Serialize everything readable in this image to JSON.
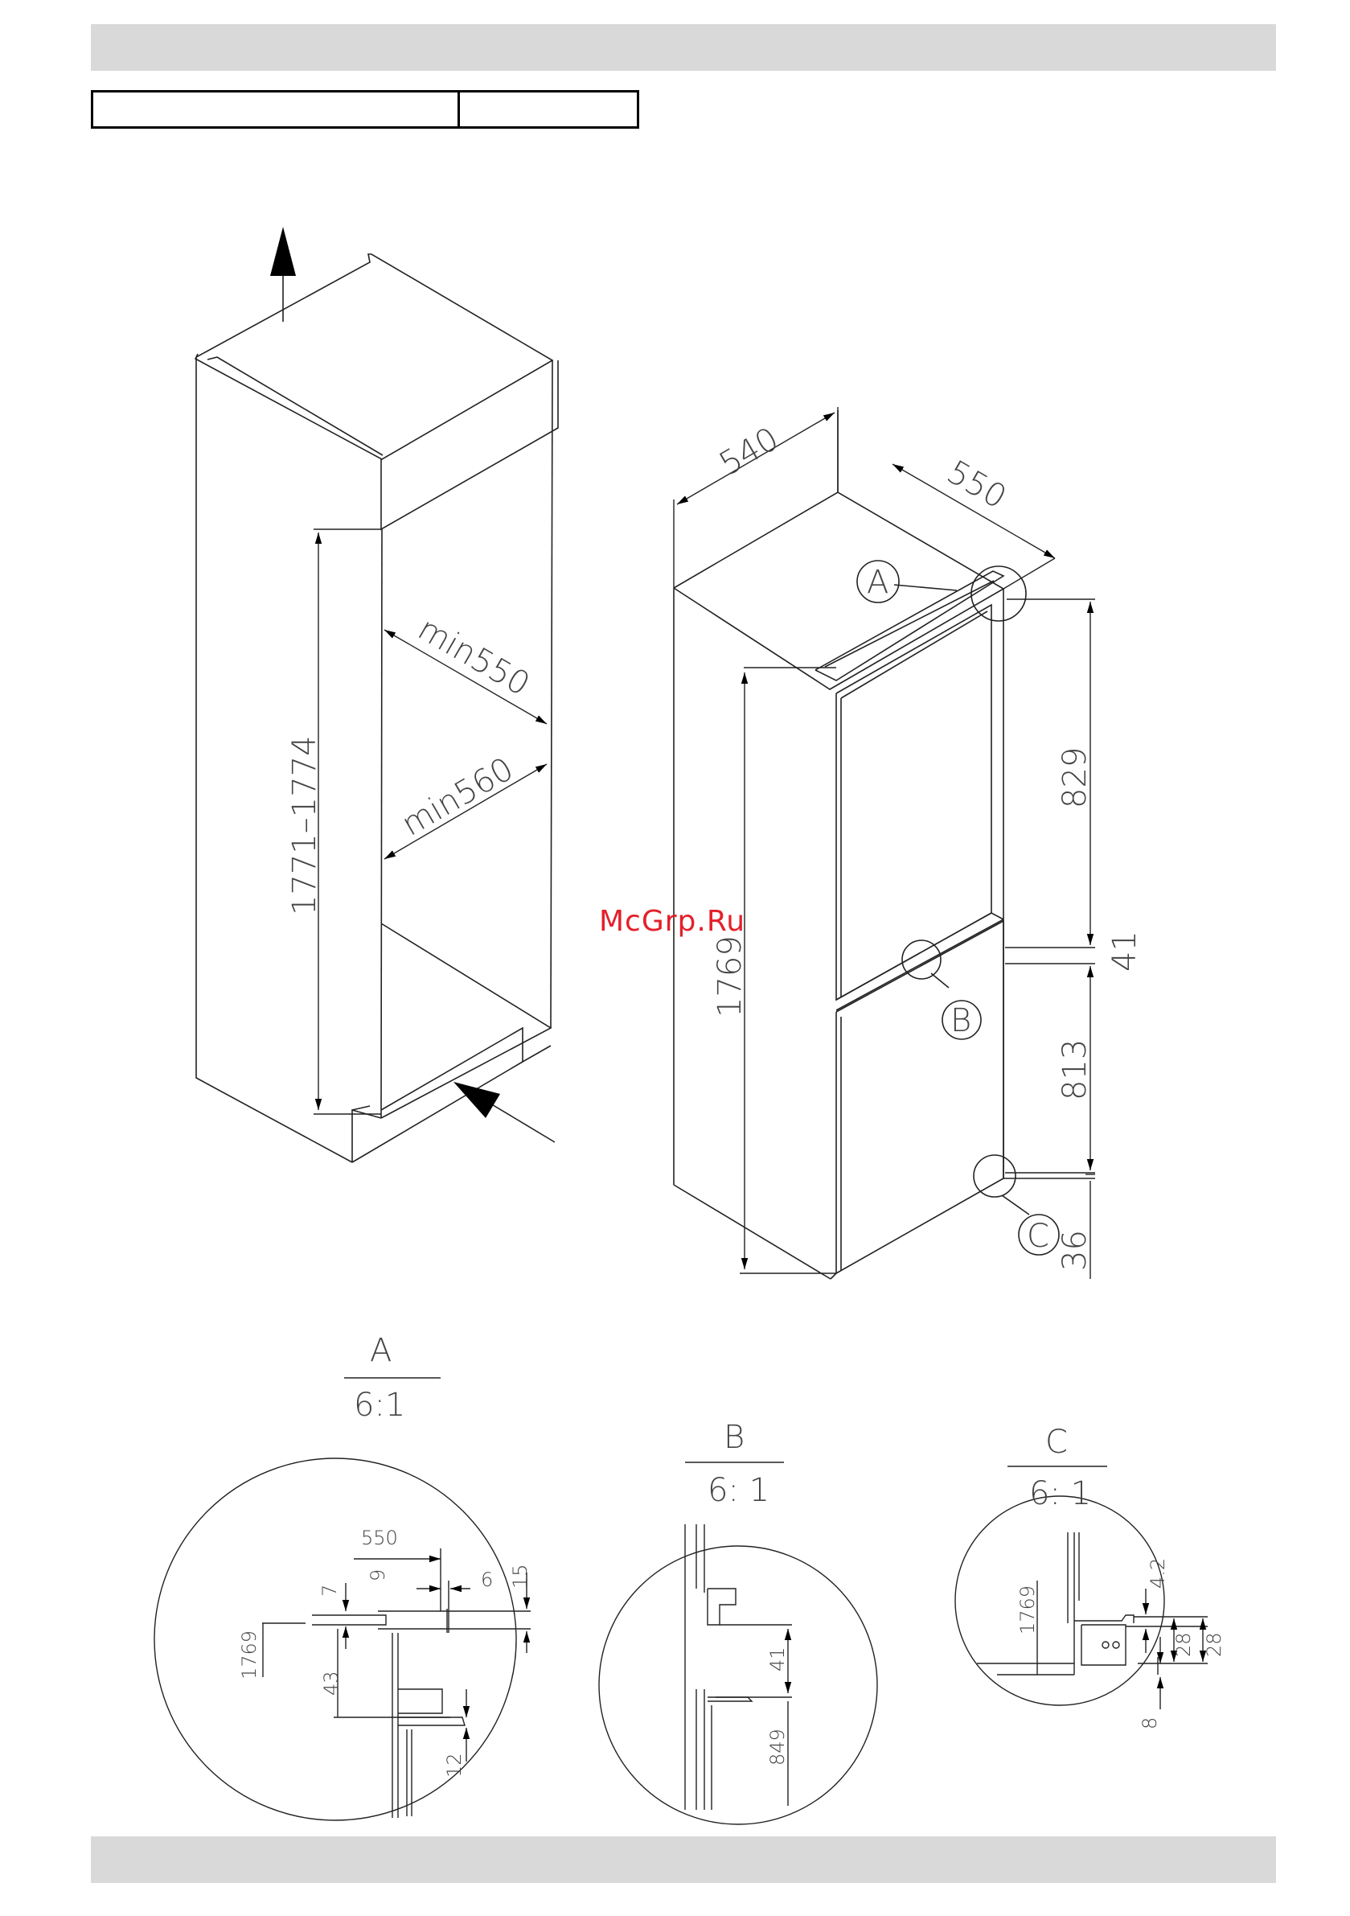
{
  "watermark": "McGrp.Ru",
  "niche": {
    "height_range": "1771–1774",
    "min_width": "min550",
    "min_depth": "min560"
  },
  "appliance": {
    "depth": "540",
    "width": "550",
    "total_height": "1769",
    "upper_door": "829",
    "gap": "41",
    "lower_door": "813",
    "bottom": "36",
    "callout_a": "A",
    "callout_b": "B",
    "callout_c": "C"
  },
  "details": {
    "a": {
      "letter": "A",
      "scale": "6:1",
      "dims": [
        "550",
        "9",
        "6",
        "15",
        "7",
        "1769",
        "43",
        "12"
      ]
    },
    "b": {
      "letter": "B",
      "scale": "6: 1",
      "dims": [
        "41",
        "849"
      ]
    },
    "c": {
      "letter": "C",
      "scale": "6: 1",
      "dims": [
        "4.2",
        "1769",
        "28",
        "28",
        "8"
      ]
    }
  }
}
